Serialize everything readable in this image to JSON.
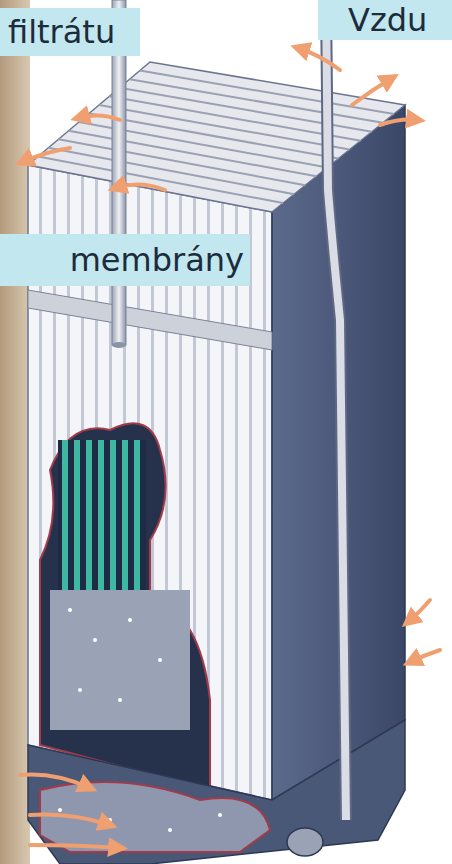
{
  "diagram": {
    "nodes": [
      {
        "text": [
          "filtrátu"
        ]
      },
      {
        "text": [
          "Vzdu"
        ]
      },
      {
        "text": [
          "membrány"
        ]
      }
    ]
  }
}
